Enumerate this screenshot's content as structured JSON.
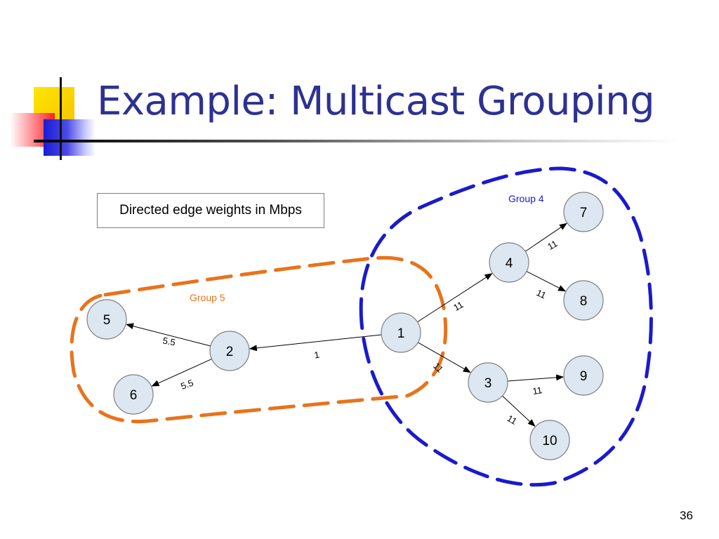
{
  "slide": {
    "title": "Example: Multicast Grouping",
    "legend_text": "Directed edge weights in Mbps",
    "page_number": "36"
  },
  "groups": {
    "group4": {
      "label": "Group 4",
      "color": "#1a1acc"
    },
    "group5": {
      "label": "Group 5",
      "color": "#e8731c"
    }
  },
  "nodes": [
    {
      "id": "1",
      "label": "1"
    },
    {
      "id": "2",
      "label": "2"
    },
    {
      "id": "3",
      "label": "3"
    },
    {
      "id": "4",
      "label": "4"
    },
    {
      "id": "5",
      "label": "5"
    },
    {
      "id": "6",
      "label": "6"
    },
    {
      "id": "7",
      "label": "7"
    },
    {
      "id": "8",
      "label": "8"
    },
    {
      "id": "9",
      "label": "9"
    },
    {
      "id": "10",
      "label": "10"
    }
  ],
  "edges": [
    {
      "from": "1",
      "to": "2",
      "weight": "1"
    },
    {
      "from": "1",
      "to": "4",
      "weight": "11"
    },
    {
      "from": "1",
      "to": "3",
      "weight": "11"
    },
    {
      "from": "2",
      "to": "5",
      "weight": "5.5"
    },
    {
      "from": "2",
      "to": "6",
      "weight": "5.5"
    },
    {
      "from": "4",
      "to": "7",
      "weight": "11"
    },
    {
      "from": "4",
      "to": "8",
      "weight": "11"
    },
    {
      "from": "3",
      "to": "9",
      "weight": "11"
    },
    {
      "from": "3",
      "to": "10",
      "weight": "11"
    }
  ]
}
